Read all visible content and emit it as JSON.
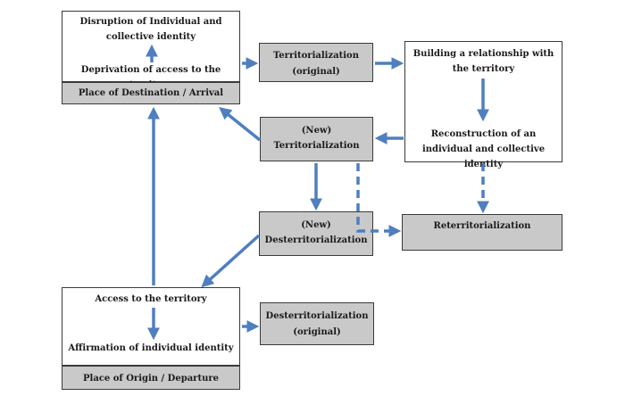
{
  "destination": {
    "top_text": "Disruption of Individual and collective identity",
    "bottom_text": "Deprivation of access to the territory",
    "label": "Place of Destination / Arrival"
  },
  "territorialization_original": {
    "line1": "Territorialization",
    "line2": "(original)"
  },
  "relationship_box": {
    "top_text": "Building a relationship with the territory",
    "bottom_text": "Reconstruction of an individual and collective identity"
  },
  "new_territorialization": {
    "line1": "(New)",
    "line2": "Territorialization"
  },
  "new_deterritorialization": {
    "line1": "(New)",
    "line2": "Desterritorialization"
  },
  "reterritorialization": {
    "label": "Reterritorialization"
  },
  "origin": {
    "top_text": "Access to the territory",
    "bottom_text": "Affirmation of individual identity",
    "label": "Place of Origin / Departure"
  },
  "deterritorialization_original": {
    "line1": "Desterritorialization",
    "line2": "(original)"
  },
  "colors": {
    "arrow": "#4f7fbf",
    "box_fill": "#c9c9c9",
    "border": "#3a3a3a"
  }
}
